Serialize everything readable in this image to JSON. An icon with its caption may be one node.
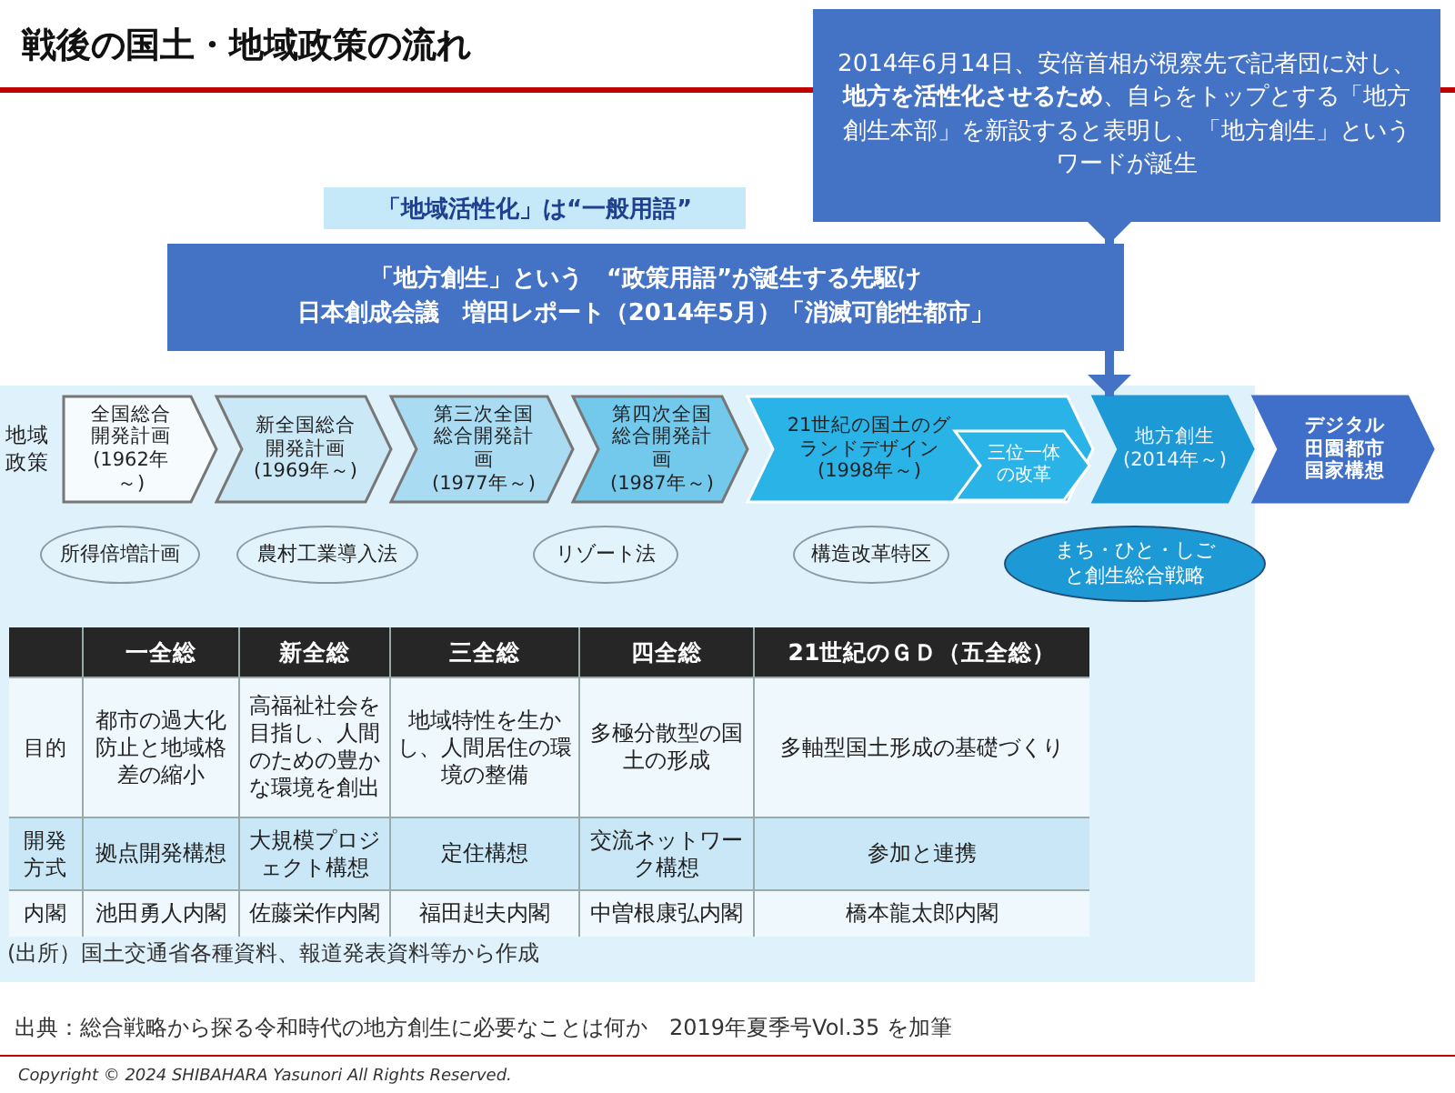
{
  "diagram": {
    "title": "戦後の国土・地域政策の流れ",
    "nodes": [
      {
        "text": [
          "2014年6月14日、安倍首相が視察先で記者団に対し、**地方を活性化させるため**、自らをトップとする「地方創生本部」を新設すると表明し、「地方創生」というワードが誕生"
        ]
      },
      {
        "text": [
          "「地域活性化」は“一般用語”"
        ]
      },
      {
        "text": [
          "**「地方創生」という　“政策用語”**が誕生する先駆け",
          "日本創成会議　増田レポート（2014年5月）「消滅可能性都市」"
        ]
      },
      {
        "text": [
          "全国総合開発計画",
          "(1962年～)"
        ]
      },
      {
        "text": [
          "新全国総合開発計画",
          "(1969年～)"
        ]
      },
      {
        "text": [
          "第三次全国総合開発計画",
          "(1977年～)"
        ]
      },
      {
        "text": [
          "第四次全国総合開発計画",
          "(1987年～)"
        ]
      },
      {
        "text": [
          "21世紀の国土のグランドデザイン",
          "(1998年～)"
        ]
      },
      {
        "text": [
          "三位一体の改革"
        ],
        "in": 7
      },
      {
        "text": [
          "地方創生",
          "(2014年～)"
        ]
      },
      {
        "text": [
          "デジタル田園都市国家構想"
        ]
      },
      {
        "text": [
          "所得倍増計画"
        ]
      },
      {
        "text": [
          "農村工業導入法"
        ]
      },
      {
        "text": [
          "リゾート法"
        ]
      },
      {
        "text": [
          "構造改革特区"
        ]
      },
      {
        "text": [
          "まち・ひと・しごと創生総合戦略"
        ]
      }
    ],
    "edges": [
      {
        "from": 0,
        "to": 2,
        "arrow": "to"
      },
      {
        "from": 2,
        "to": 9,
        "arrow": "to"
      }
    ],
    "labels": [
      "地域政策",
      "一全総",
      "新全総",
      "三全総",
      "四全総",
      "21世紀のＧＤ（五全総）",
      "目的",
      "都市の過大化防止と地域格差の縮小",
      "高福祉社会を目指し、人間のための豊かな環境を創出",
      "地域特性を生かし、人間居住の環境の整備",
      "多極分散型の国土の形成",
      "多軸型国土形成の基礎づくり",
      "開発方式",
      "拠点開発構想",
      "大規模プロジェクト構想",
      "定住構想",
      "交流ネットワーク構想",
      "参加と連携",
      "内閣",
      "池田勇人内閣",
      "佐藤栄作内閣",
      "福田赳夫内閣",
      "中曽根康弘内閣",
      "橋本龍太郎内閣",
      "(出所）国土交通省各種資料、報道発表資料等から作成",
      "出典：総合戦略から探る令和時代の地方創生に必要なことは何か　2019年夏季号Vol.35 を加筆",
      "Copyright © 2024 SHIBAHARA Yasunori  All Rights Reserved."
    ]
  }
}
